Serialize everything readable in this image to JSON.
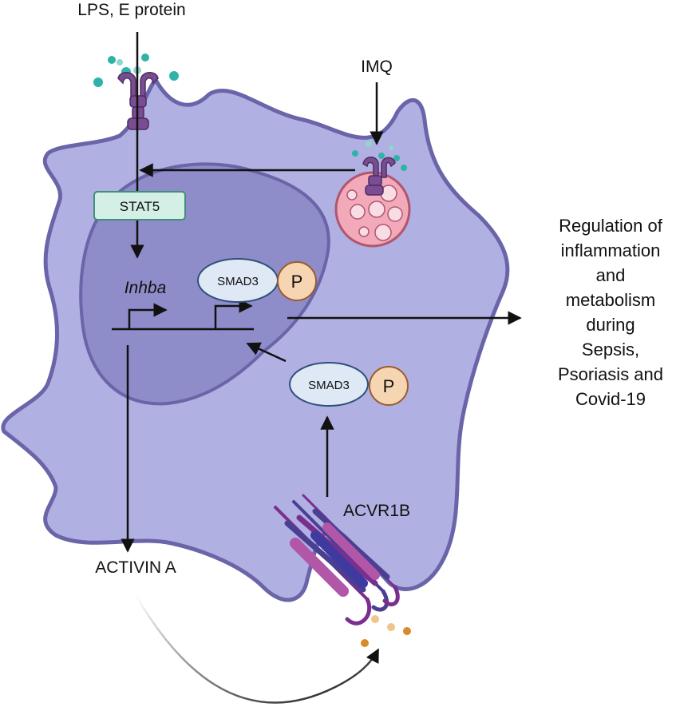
{
  "labels": {
    "lps": "LPS, E protein",
    "imq": "IMQ",
    "stat5": "STAT5",
    "inhba": "Inhba",
    "smad3_top": "SMAD3",
    "p_top": "P",
    "smad3_bottom": "SMAD3",
    "p_bottom": "P",
    "acvr1b": "ACVR1B",
    "activin": "ACTIVIN A",
    "outcome": [
      "Regulation of",
      "inflammation",
      "and",
      "metabolism",
      "during",
      "Sepsis,",
      "Psoriasis and",
      "Covid-19"
    ]
  },
  "colors": {
    "cell_fill": "#b0b0e2",
    "cell_stroke": "#6a64a8",
    "nucleus_fill": "#8f8cca",
    "nucleus_stroke": "#6a64a8",
    "stat5_fill": "#d4efe6",
    "stat5_stroke": "#3f8f7a",
    "smad_fill": "#dfe9f6",
    "smad_stroke": "#2e4f7a",
    "phospho_fill": "#f6d6b2",
    "phospho_stroke": "#9a5c2a",
    "endosome_fill": "#f2a9ba",
    "endosome_stroke": "#b0566d",
    "receptor": "#7a4d93",
    "ligand_teal": "#2fb3a8",
    "ligand_orange": "#d98a2b",
    "arrow": "#111111"
  },
  "icons": [
    "tlr4-receptor-icon",
    "tlr7-receptor-icon",
    "acvr1b-receptor-icon",
    "endosome-icon",
    "lps-ligand-dots-icon",
    "imq-ligand-dots-icon",
    "activin-ligand-dots-icon"
  ]
}
